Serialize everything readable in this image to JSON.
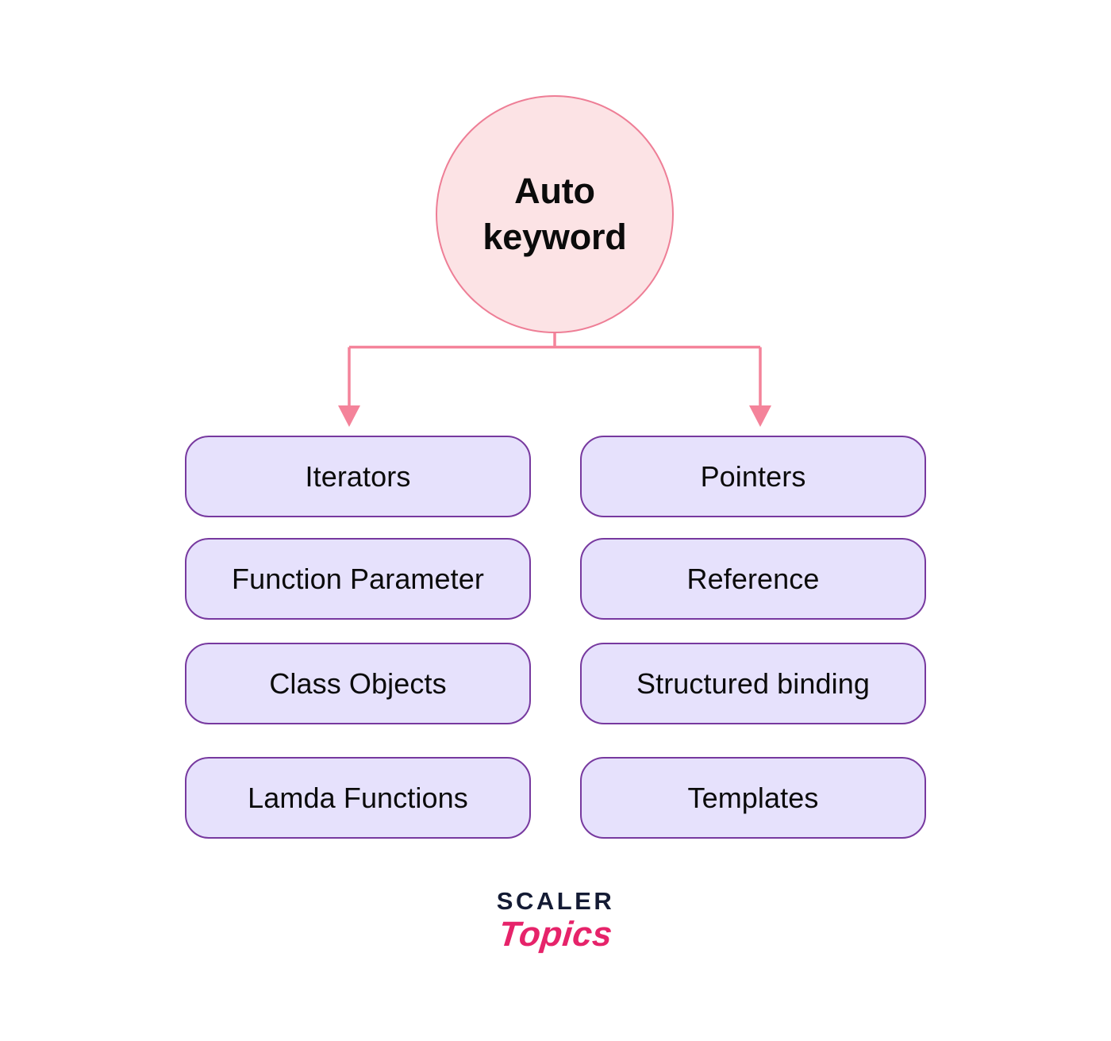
{
  "diagram": {
    "type": "tree",
    "title": "Auto keyword",
    "root": {
      "label": "Auto\nkeyword",
      "shape": "circle",
      "fill": "#FCE3E5",
      "stroke": "#EE7E96"
    },
    "connector": {
      "color": "#F4839A",
      "style": "orthogonal-with-arrowheads",
      "branches": 2
    },
    "leaf_style": {
      "fill": "#E6E1FC",
      "stroke": "#77399F",
      "shape": "rounded-rectangle"
    },
    "columns": [
      {
        "name": "left",
        "items": [
          {
            "label": "Iterators"
          },
          {
            "label": "Function Parameter"
          },
          {
            "label": "Class Objects"
          },
          {
            "label": "Lamda Functions"
          }
        ]
      },
      {
        "name": "right",
        "items": [
          {
            "label": "Pointers"
          },
          {
            "label": "Reference"
          },
          {
            "label": "Structured binding"
          },
          {
            "label": "Templates"
          }
        ]
      }
    ]
  },
  "footer": {
    "brand_primary": "SCALER",
    "brand_secondary": "Topics",
    "brand_primary_color": "#141B34",
    "brand_secondary_color": "#E6236A"
  }
}
